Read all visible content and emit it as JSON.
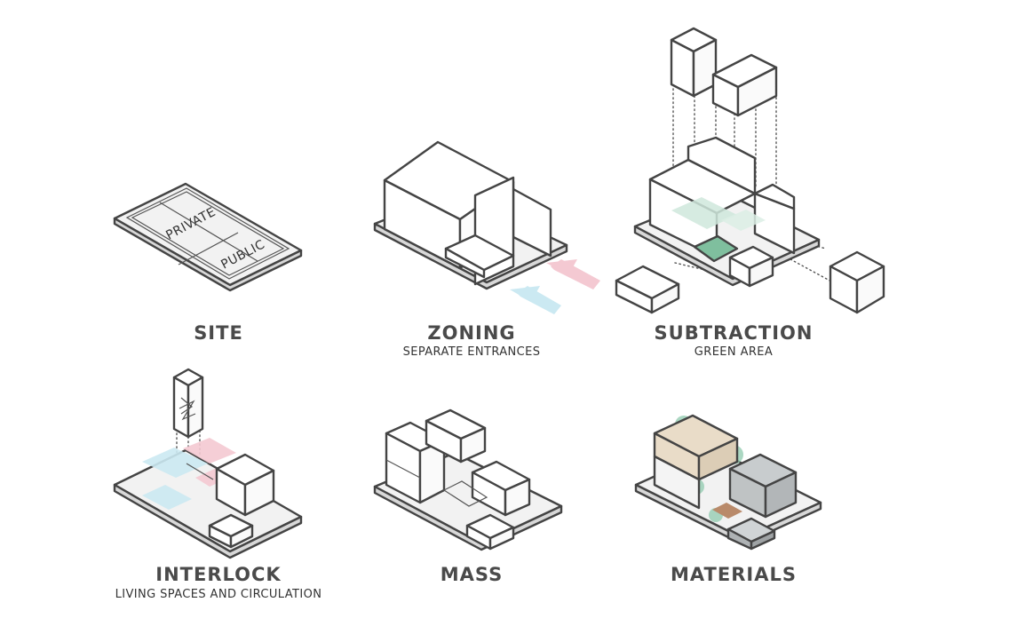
{
  "colors": {
    "line": "#444444",
    "private_zone": "#f4c9d2",
    "public_zone": "#cbe9f2",
    "green_area": "#7fbf9e",
    "wood": "#e9dcc8",
    "concrete": "#bfc3c4",
    "tree": "#8fcaae"
  },
  "site": {
    "title": "SITE",
    "private_label": "PRIVATE",
    "public_label": "PUBLIC"
  },
  "zoning": {
    "title": "ZONING",
    "subtitle": "SEPARATE ENTRANCES"
  },
  "subtraction": {
    "title": "SUBTRACTION",
    "subtitle": "GREEN AREA"
  },
  "interlock": {
    "title": "INTERLOCK",
    "subtitle": "LIVING SPACES AND CIRCULATION"
  },
  "mass": {
    "title": "MASS"
  },
  "materials": {
    "title": "MATERIALS"
  }
}
